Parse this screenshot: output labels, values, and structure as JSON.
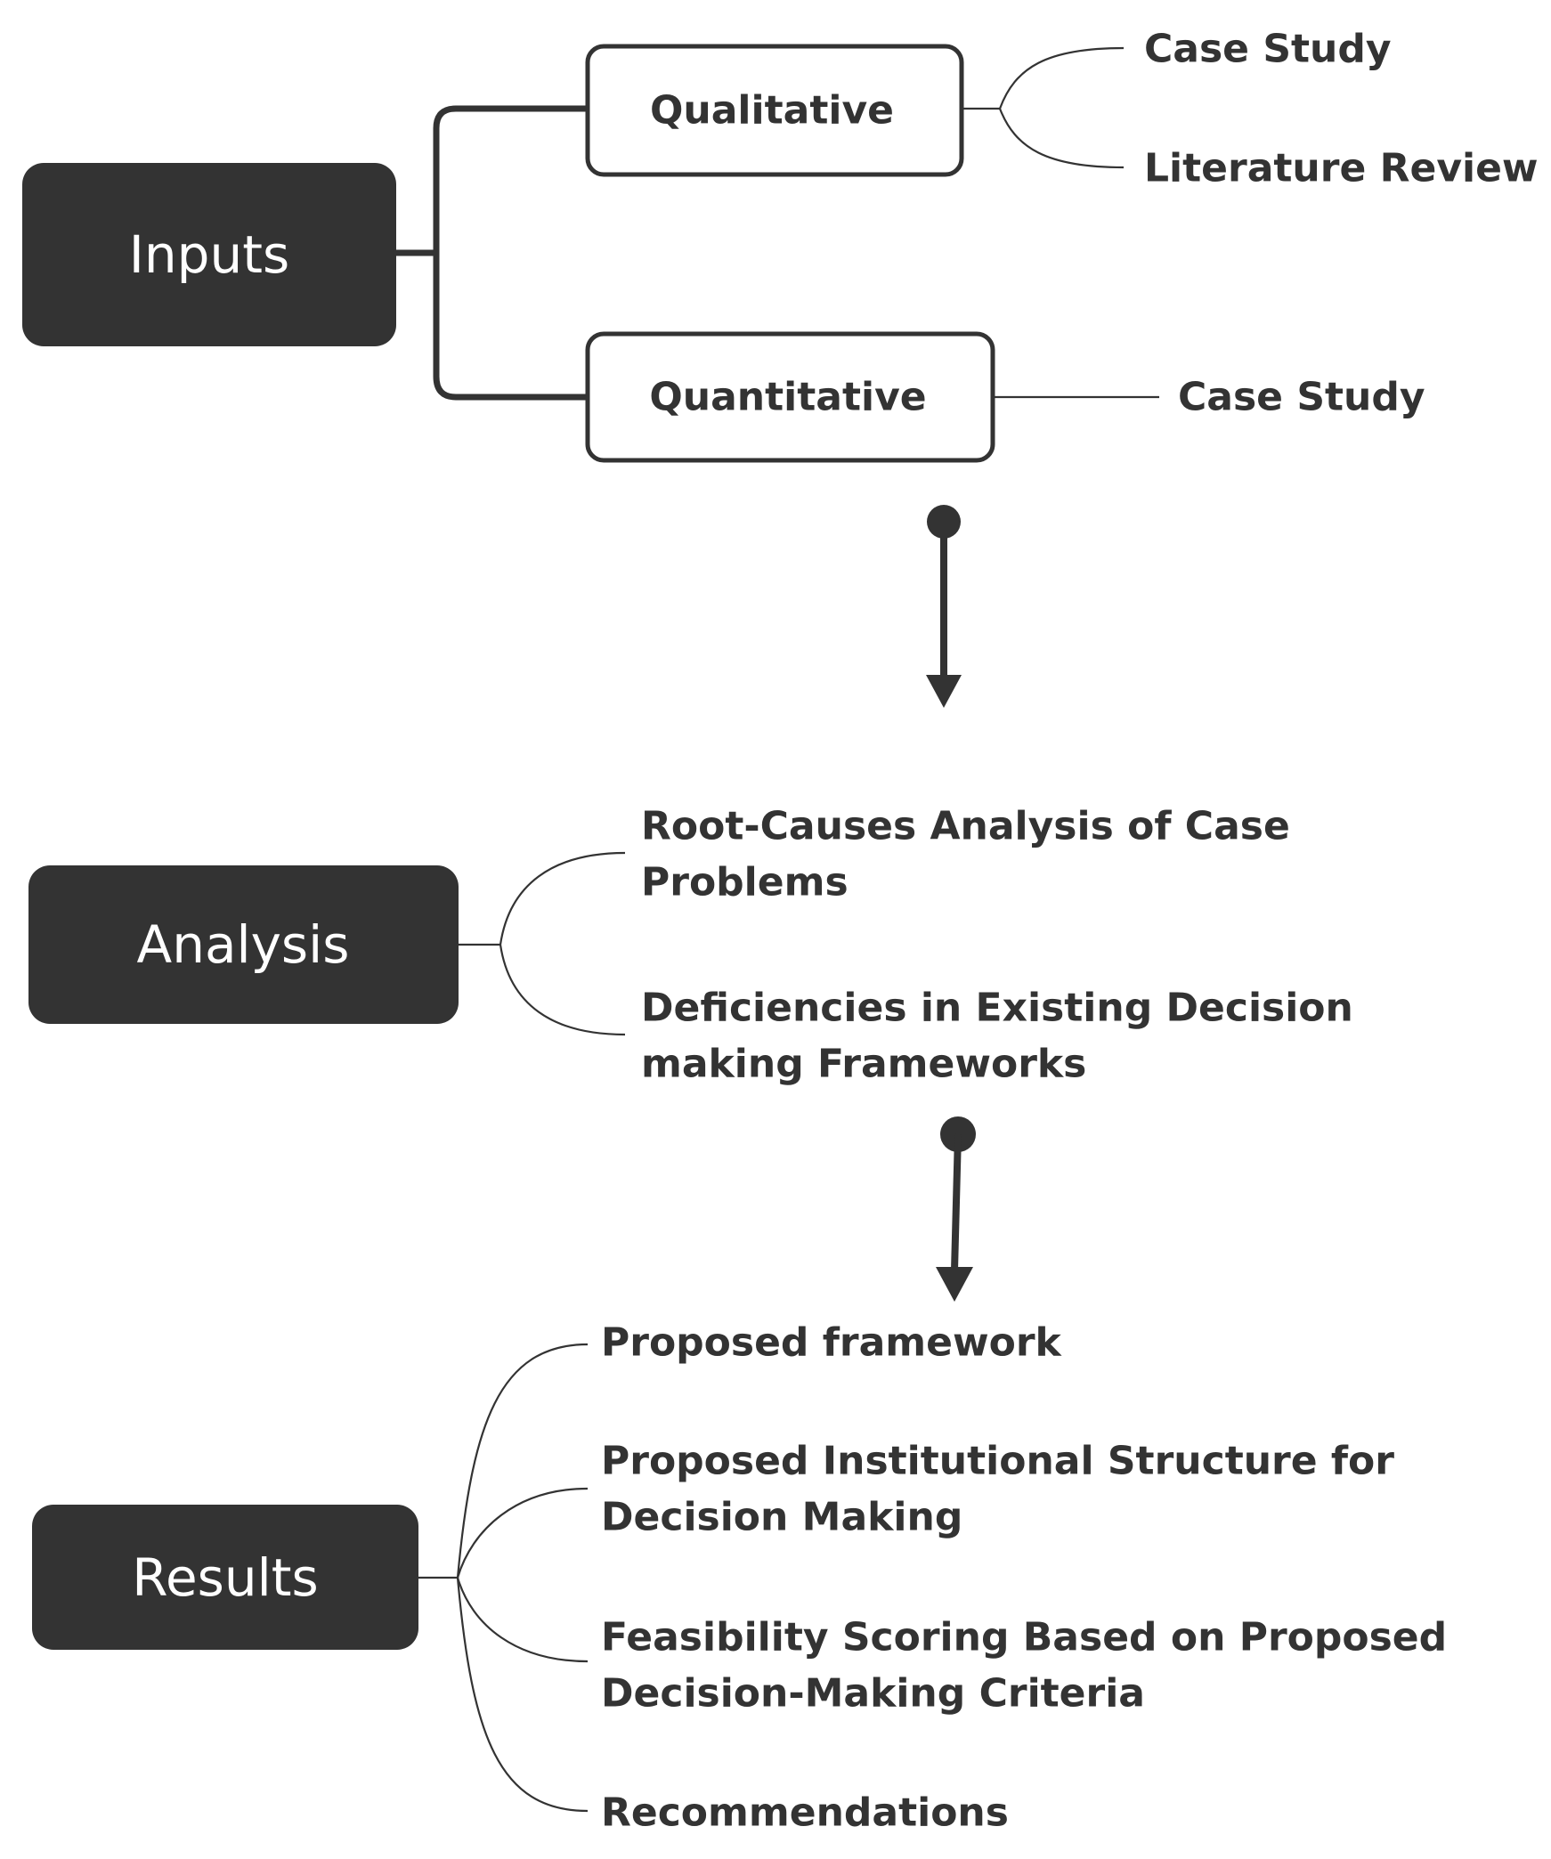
{
  "inputs": {
    "label": "Inputs",
    "qualitative": {
      "label": "Qualitative",
      "items": [
        "Case Study",
        "Literature Review"
      ]
    },
    "quantitative": {
      "label": "Quantitative",
      "items": [
        "Case Study"
      ]
    }
  },
  "analysis": {
    "label": "Analysis",
    "items": [
      [
        "Root-Causes Analysis of Case",
        "Problems"
      ],
      [
        "Deficiencies in Existing Decision",
        "making Frameworks"
      ]
    ]
  },
  "results": {
    "label": "Results",
    "items": [
      [
        "Proposed framework"
      ],
      [
        "Proposed Institutional Structure for",
        "Decision Making"
      ],
      [
        "Feasibility Scoring Based on Proposed",
        "Decision-Making Criteria"
      ],
      [
        "Recommendations"
      ]
    ]
  },
  "colors": {
    "dark": "#333333",
    "background": "#ffffff"
  }
}
